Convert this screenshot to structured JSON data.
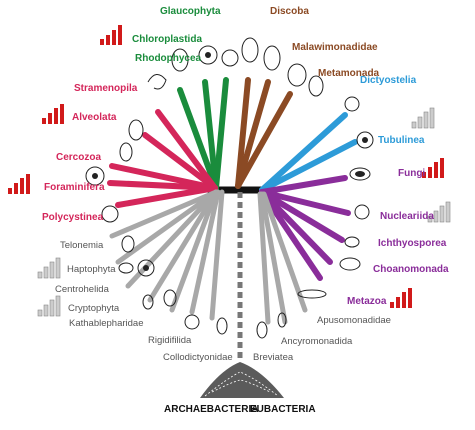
{
  "colors": {
    "archaeplastida": "#1a8c3c",
    "excavata": "#8b4a24",
    "sar": "#d4265a",
    "amorphea_blue": "#2d9bd8",
    "opisthokonta": "#8a2d9a",
    "gray": "#a8a8a8",
    "bar_red": "#d11a1a",
    "bar_gray": "#cccccc",
    "trunk": "#111111"
  },
  "labels": {
    "glaucophyta": "Glaucophyta",
    "chloroplastida": "Chloroplastida",
    "rhodophycea": "Rhodophycea",
    "discoba": "Discoba",
    "malawimonadidae": "Malawimonadidae",
    "metamonada": "Metamonada",
    "stramenopila": "Stramenopila",
    "alveolata": "Alveolata",
    "cercozoa": "Cercozoa",
    "foraminifera": "Foraminifera",
    "polycystinea": "Polycystinea",
    "dictyostelia": "Dictyostelia",
    "tubulinea": "Tubulinea",
    "fungi": "Fungi",
    "nucleariida": "Nucleariida",
    "ichthyosporea": "Ichthyosporea",
    "choanomonada": "Choanomonada",
    "metazoa": "Metazoa",
    "telonemia": "Telonemia",
    "haptophyta": "Haptophyta",
    "centrohelida": "Centrohelida",
    "cryptophyta": "Cryptophyta",
    "kathablepharidae": "Kathablepharidae",
    "rigidifilida": "Rigidifilida",
    "collodictyonidae": "Collodictyonidae",
    "breviatea": "Breviatea",
    "ancyromonadida": "Ancyromonadida",
    "apusomonadidae": "Apusomonadidae",
    "archaebacteria": "ARCHAEBACTERIA",
    "eubacteria": "EUBACTERIA"
  },
  "bar_levels": {
    "chloroplastida": [
      0.3,
      0.5,
      0.75,
      1.0
    ],
    "alveolata": [
      0.3,
      0.55,
      0.8,
      1.0
    ],
    "foraminifera": [
      0.3,
      0.55,
      0.8,
      1.0
    ],
    "haptophyta": [
      0.3,
      0.55,
      0.8,
      1.0
    ],
    "cryptophyta": [
      0.3,
      0.55,
      0.8,
      1.0
    ],
    "dictyostelia": [
      0.3,
      0.55,
      0.8,
      1.0
    ],
    "fungi": [
      0.3,
      0.55,
      0.8,
      1.0
    ],
    "nucleariida": [
      0.3,
      0.55,
      0.8,
      1.0
    ],
    "metazoa": [
      0.3,
      0.55,
      0.8,
      1.0
    ]
  }
}
